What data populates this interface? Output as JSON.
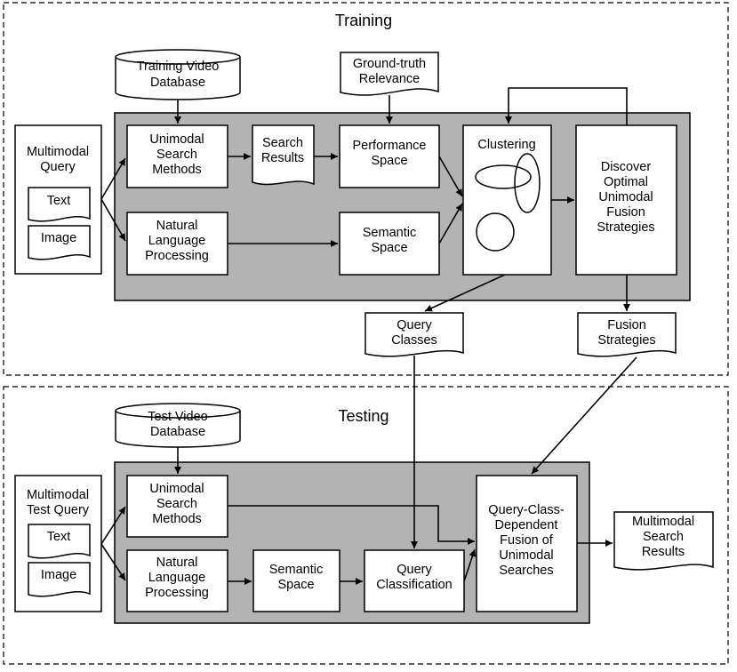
{
  "training": {
    "title": "Training",
    "db": [
      "Training Video",
      "Database"
    ],
    "ground_truth": [
      "Ground-truth",
      "Relevance"
    ],
    "query": [
      "Multimodal",
      "Query"
    ],
    "query_text": "Text",
    "query_image": "Image",
    "unimodal": [
      "Unimodal",
      "Search",
      "Methods"
    ],
    "search_results": [
      "Search",
      "Results"
    ],
    "performance_space": [
      "Performance",
      "Space"
    ],
    "nlp": [
      "Natural",
      "Language",
      "Processing"
    ],
    "semantic_space": [
      "Semantic",
      "Space"
    ],
    "clustering": "Clustering",
    "discover": [
      "Discover",
      "Optimal",
      "Unimodal",
      "Fusion",
      "Strategies"
    ],
    "query_classes": [
      "Query",
      "Classes"
    ],
    "fusion_strategies": [
      "Fusion",
      "Strategies"
    ]
  },
  "testing": {
    "title": "Testing",
    "db": [
      "Test Video",
      "Database"
    ],
    "query": [
      "Multimodal",
      "Test Query"
    ],
    "query_text": "Text",
    "query_image": "Image",
    "unimodal": [
      "Unimodal",
      "Search",
      "Methods"
    ],
    "nlp": [
      "Natural",
      "Language",
      "Processing"
    ],
    "semantic_space": [
      "Semantic",
      "Space"
    ],
    "query_classification": [
      "Query",
      "Classification"
    ],
    "fusion": [
      "Query-Class-",
      "Dependent",
      "Fusion of",
      "Unimodal",
      "Searches"
    ],
    "results": [
      "Multimodal",
      "Search",
      "Results"
    ]
  }
}
